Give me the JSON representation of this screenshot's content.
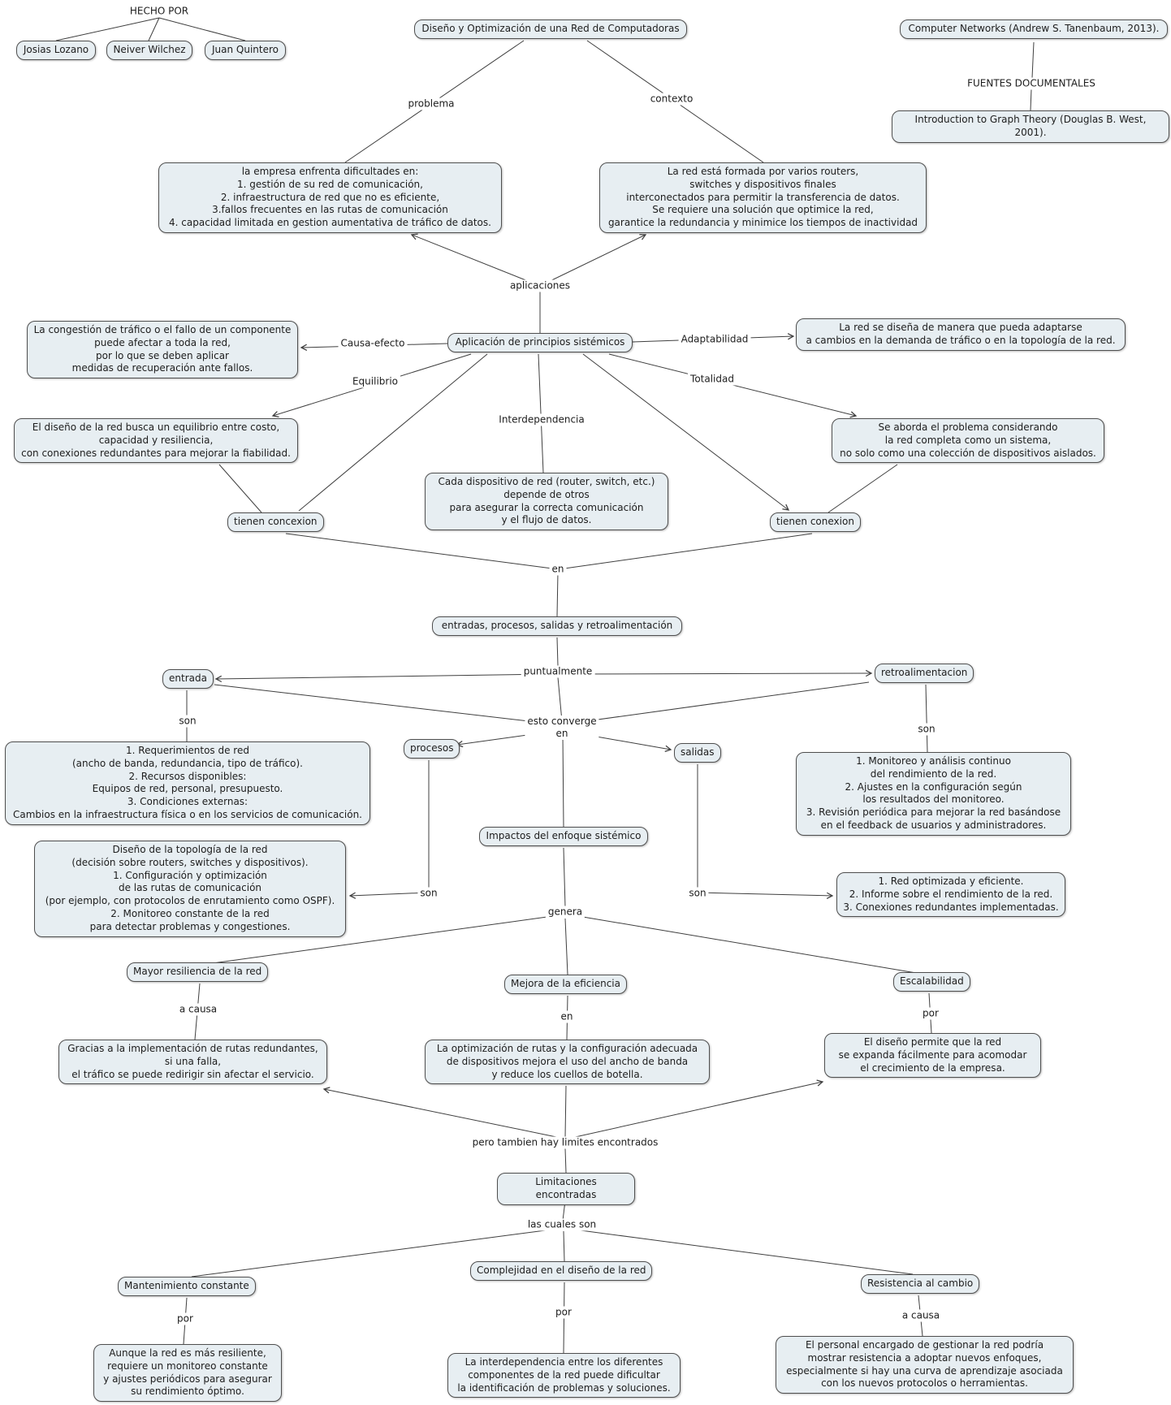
{
  "palette": {
    "node_fill": "#e7eef2",
    "node_border": "#4f4f4f",
    "line_color": "#3f3f3f",
    "background": "#ffffff"
  },
  "header": {
    "hecho_por": "HECHO POR",
    "authors": [
      "Josias Lozano",
      "Neiver Wilchez",
      "Juan Quintero"
    ],
    "title": "Diseño y Optimización de una Red de Computadoras",
    "fuentes_label": "FUENTES DOCUMENTALES",
    "source_top": "Computer Networks (Andrew S. Tanenbaum, 2013).",
    "source_bottom": "Introduction to Graph Theory (Douglas B. West, 2001)."
  },
  "connector_labels": {
    "problema": "problema",
    "contexto": "contexto",
    "aplicaciones": "aplicaciones",
    "causa_efecto": "Causa-efecto",
    "adaptabilidad": "Adaptabilidad",
    "equilibrio": "Equilibrio",
    "interdependencia": "Interdependencia",
    "totalidad": "Totalidad",
    "en_1": "en",
    "puntualmente": "puntualmente",
    "esto_converge": "esto converge\nen",
    "son_entrada": "son",
    "son_retro": "son",
    "son_procesos": "son",
    "son_salidas": "son",
    "genera": "genera",
    "a_causa_1": "a causa",
    "en_2": "en",
    "por_1": "por",
    "limites": "pero tambien hay limites encontrados",
    "las_cuales": "las cuales son",
    "por_2": "por",
    "por_3": "por",
    "a_causa_2": "a causa"
  },
  "nodes": {
    "problema_box": "la empresa enfrenta dificultades en:\n1.  gestión de su red de comunicación,\n2. infraestructura de red que no es eficiente,\n3.fallos frecuentes en las rutas de comunicación\n4. capacidad limitada en gestion aumentativa de tráfico de datos.",
    "contexto_box": "La red está formada por varios routers,\nswitches y dispositivos finales\ninterconectados para permitir la transferencia de datos.\nSe requiere una solución que optimice la red,\ngarantice la redundancia y minimice los tiempos de inactividad",
    "principios": "Aplicación de principios sistémicos",
    "causa_box": "La congestión de tráfico o el fallo de un componente\npuede afectar a toda la red,\npor lo que se deben aplicar\nmedidas de recuperación ante fallos.",
    "adaptabilidad_box": "La red se diseña de manera que pueda adaptarse\na cambios en la demanda de tráfico o en la topología de la red.",
    "equilibrio_box": "El diseño de la red busca un equilibrio entre costo,\ncapacidad y resiliencia,\ncon conexiones redundantes para mejorar la fiabilidad.",
    "totalidad_box": "Se aborda el problema considerando\nla red completa como un sistema,\nno solo como una colección de dispositivos aislados.",
    "interdependencia_box": "Cada dispositivo de red (router, switch, etc.)\ndepende de otros\npara asegurar la correcta comunicación\ny el flujo de datos.",
    "tienen_concexion": "tienen concexion",
    "tienen_conexion": "tienen conexion",
    "entradas_pill": "entradas, procesos, salidas y retroalimentación",
    "entrada": "entrada",
    "retroalimentacion": "retroalimentacion",
    "procesos": "procesos",
    "salidas": "salidas",
    "entrada_box": "1. Requerimientos de red\n(ancho de banda, redundancia, tipo de tráfico).\n2. Recursos disponibles:\nEquipos de red, personal, presupuesto.\n3. Condiciones externas:\nCambios en la infraestructura física o en los servicios de comunicación.",
    "retro_box": "1. Monitoreo y análisis continuo\ndel rendimiento de la red.\n2. Ajustes en la configuración según\nlos resultados del monitoreo.\n3. Revisión periódica para mejorar la red basándose\nen el feedback de usuarios y administradores.",
    "impactos": "Impactos del enfoque sistémico",
    "procesos_box": "Diseño de la topología de la red\n(decisión sobre routers, switches y dispositivos).\n1. Configuración y optimización\nde las rutas de comunicación\n(por ejemplo, con protocolos de enrutamiento como OSPF).\n2. Monitoreo constante de la red\npara detectar problemas y congestiones.",
    "salidas_box": "1. Red optimizada y eficiente.\n2. Informe sobre el rendimiento de la red.\n3. Conexiones redundantes implementadas.",
    "resiliencia": "Mayor resiliencia de la red",
    "eficiencia": "Mejora de la eficiencia",
    "escalabilidad": "Escalabilidad",
    "resiliencia_box": "Gracias a la implementación de rutas redundantes,\nsi una falla,\nel tráfico se puede redirigir sin afectar el servicio.",
    "eficiencia_box": "La optimización de rutas y la configuración adecuada\nde dispositivos mejora el uso del ancho de banda\ny reduce los cuellos de botella.",
    "escalabilidad_box": "El diseño permite que la red\nse expanda fácilmente para acomodar\nel crecimiento de la empresa.",
    "limitaciones": "Limitaciones encontradas",
    "mantenimiento": "Mantenimiento constante",
    "complejidad": "Complejidad en el diseño de la red",
    "resistencia": "Resistencia al cambio",
    "mantenimiento_box": "Aunque la red es más resiliente,\nrequiere un monitoreo constante\ny ajustes periódicos para asegurar\nsu rendimiento óptimo.",
    "complejidad_box": "La interdependencia entre los diferentes\ncomponentes de la red puede dificultar\nla identificación de problemas y soluciones.",
    "resistencia_box": "El personal encargado de gestionar la red podría\nmostrar resistencia a adoptar nuevos enfoques,\nespecialmente si hay una curva de aprendizaje asociada\ncon los nuevos protocolos o herramientas."
  }
}
